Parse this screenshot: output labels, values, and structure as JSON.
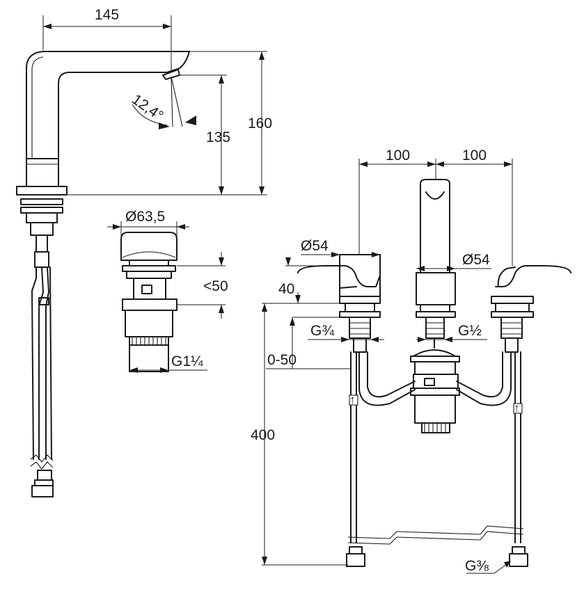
{
  "dimensions": {
    "spout_reach": "145",
    "spout_height": "135",
    "total_height": "160",
    "spray_angle": "12,4°",
    "waste_diameter": "Ø63,5",
    "waste_height": "<50",
    "waste_thread": "G1¼",
    "centre_left": "100",
    "centre_right": "100",
    "handle_dia_left": "Ø54",
    "handle_dia_right": "Ø54",
    "mount_height": "40",
    "deck_range": "0-50",
    "hose_length": "400",
    "valve_thread": "G¾",
    "spout_thread": "G½",
    "hose_thread": "G⅜"
  }
}
